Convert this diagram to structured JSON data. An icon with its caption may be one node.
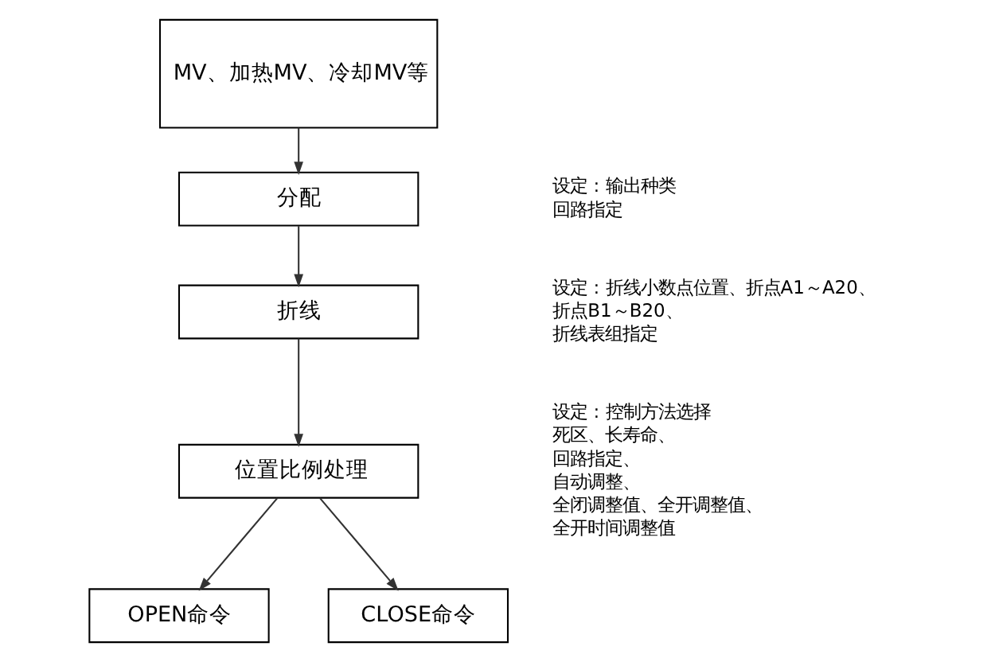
{
  "diagram": {
    "nodes": [
      {
        "text": [
          "MV、加热MV、冷却MV等"
        ]
      },
      {
        "text": [
          "分配"
        ],
        "beside": [
          "设定 : 输出种类",
          "回路指定"
        ]
      },
      {
        "text": [
          "折线"
        ],
        "beside": [
          "设定 : 折线小数点位置、折点A1～A20、",
          "折点B1～B20、",
          "折线表组指定"
        ]
      },
      {
        "text": [
          "位置比例处理"
        ],
        "beside": [
          "设定 : 控制方法选择",
          "死区、长寿命、",
          "回路指定、",
          "自动调整、",
          "全闭调整值、全开调整值、",
          "全开时间调整值"
        ]
      },
      {
        "text": [
          "OPEN命令"
        ]
      },
      {
        "text": [
          "CLOSE命令"
        ]
      }
    ],
    "edges": [
      {
        "from": 0,
        "to": 1,
        "arrow": "to"
      },
      {
        "from": 1,
        "to": 2,
        "arrow": "to"
      },
      {
        "from": 2,
        "to": 3,
        "arrow": "to"
      },
      {
        "from": 3,
        "to": 4,
        "arrow": "to"
      },
      {
        "from": 3,
        "to": 5,
        "arrow": "to"
      }
    ]
  }
}
